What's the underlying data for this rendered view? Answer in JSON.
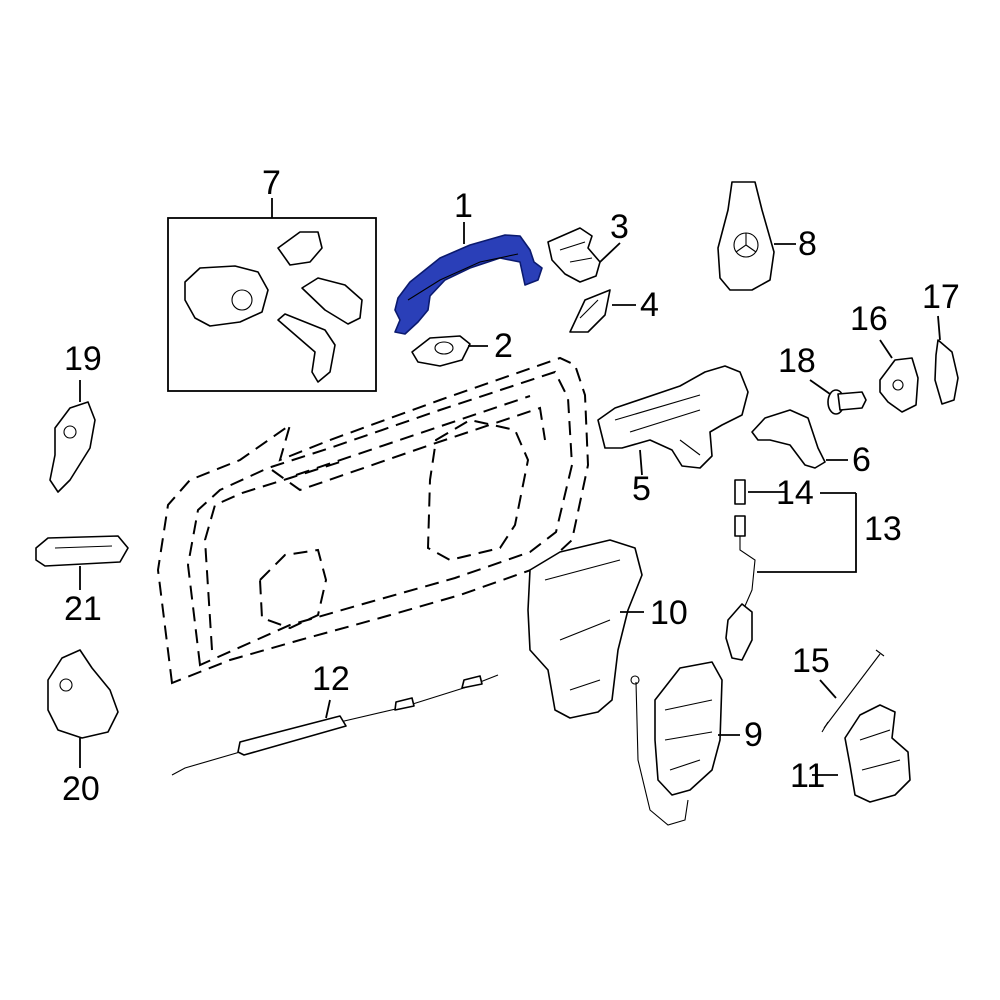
{
  "callouts": {
    "c1": "1",
    "c2": "2",
    "c3": "3",
    "c4": "4",
    "c5": "5",
    "c6": "6",
    "c7": "7",
    "c8": "8",
    "c9": "9",
    "c10": "10",
    "c11": "11",
    "c12": "12",
    "c13": "13",
    "c14": "14",
    "c15": "15",
    "c16": "16",
    "c17": "17",
    "c18": "18",
    "c19": "19",
    "c20": "20",
    "c21": "21"
  },
  "colors": {
    "highlight": "#2a3fb8",
    "line": "#000000",
    "background": "#ffffff"
  }
}
